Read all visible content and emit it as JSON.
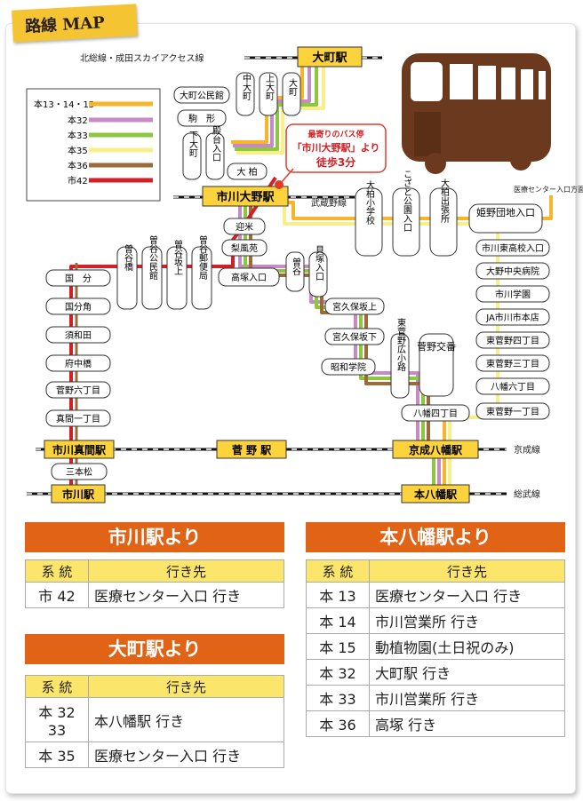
{
  "title": "路線 MAP",
  "legend": [
    {
      "name": "本13・14・15",
      "color": "#f7b52c"
    },
    {
      "name": "本32",
      "color": "#c58bc4"
    },
    {
      "name": "本33",
      "color": "#8dc63f"
    },
    {
      "name": "本35",
      "color": "#f9ef8a"
    },
    {
      "name": "本36",
      "color": "#9b6b3a"
    },
    {
      "name": "市42",
      "color": "#d22027"
    }
  ],
  "rail_labels": {
    "hokuso": "北総線・成田スカイアクセス線",
    "musashino": "武蔵野線",
    "keisei": "京成線",
    "sobu": "総武線",
    "iryo": "医療センター入口方面"
  },
  "callout": {
    "line1": "最寄りのバス停",
    "line2": "「市川大野駅」より",
    "line3": "徒歩3分"
  },
  "stations": {
    "omachi": "大町駅",
    "ichikawa_ono": "市川大野駅",
    "ichikawa_mama": "市川真間駅",
    "sugano": "菅 野 駅",
    "keisei_yawata": "京成八幡駅",
    "ichikawa": "市川駅",
    "moto_yawata": "本八幡駅"
  },
  "stops": {
    "omachi_koumin": "大町公民館",
    "komagata": "駒　形",
    "naka_omachi": "中大町",
    "kami_omachi": "上大町",
    "omachi_v": "大町",
    "shimo_omachi": "下大町",
    "tonoiri": "殿台入口",
    "okashiwa": "大 柏",
    "geimai": "迎米",
    "rifuen": "梨風苑",
    "takatsuka": "高塚入口",
    "sone": "曽谷",
    "kaizuka": "貝塚入口",
    "kubo_kami": "宮久保坂上",
    "kubo_shita": "宮久保坂下",
    "showa": "昭和学院",
    "higashi_sugano": "東菅野広小路",
    "sugano_kouban": "菅野交番",
    "yawata4": "八幡四丁目",
    "okashiwa_sho": "大柏小学校",
    "kozaki": "こざと公園入口",
    "okashiwa_shutcho": "大柏出張所",
    "himeda": "姫野団地入口",
    "ichikawa_higashi": "市川東高校入口",
    "ono_chuo": "大野中央病院",
    "ichikawa_gakuen": "市川学園",
    "ja": "JA市川市本店",
    "higashi_sugano4": "東菅野四丁目",
    "higashi_sugano3": "東菅野三丁目",
    "yawata6": "八幡六丁目",
    "higashi_sugano1": "東菅野一丁目",
    "sone_bashi": "曽谷橋",
    "sone_koumin": "曽谷公民館",
    "sone_sakaue": "曽谷坂上",
    "sone_yubin": "曽谷郵便局",
    "kokubu": "国　分",
    "kokubu_kado": "国分角",
    "suwada": "須和田",
    "fuchu": "府中橋",
    "sugano6": "菅野六丁目",
    "mama1": "真間一丁目",
    "sanbonmatsu": "三本松"
  },
  "sections": {
    "ichikawa": {
      "title": "市川駅より",
      "head_sys": "系 統",
      "head_dest": "行き先",
      "rows": [
        {
          "sys": "市 42",
          "dest": "医療センター入口 行き"
        }
      ]
    },
    "omachi": {
      "title": "大町駅より",
      "head_sys": "系 統",
      "head_dest": "行き先",
      "rows": [
        {
          "sys": "本 32",
          "sys2": "33",
          "dest": "本八幡駅 行き"
        },
        {
          "sys": "本 35",
          "dest": "医療センター入口 行き"
        }
      ]
    },
    "motoyawata": {
      "title": "本八幡駅より",
      "head_sys": "系 統",
      "head_dest": "行き先",
      "rows": [
        {
          "sys": "本 13",
          "dest": "医療センター入口 行き"
        },
        {
          "sys": "本 14",
          "dest": "市川営業所 行き"
        },
        {
          "sys": "本 15",
          "dest": "動植物園(土日祝のみ)"
        },
        {
          "sys": "本 32",
          "dest": "大町駅 行き"
        },
        {
          "sys": "本 33",
          "dest": "市川営業所 行き"
        },
        {
          "sys": "本 36",
          "dest": "高塚 行き"
        }
      ]
    }
  }
}
